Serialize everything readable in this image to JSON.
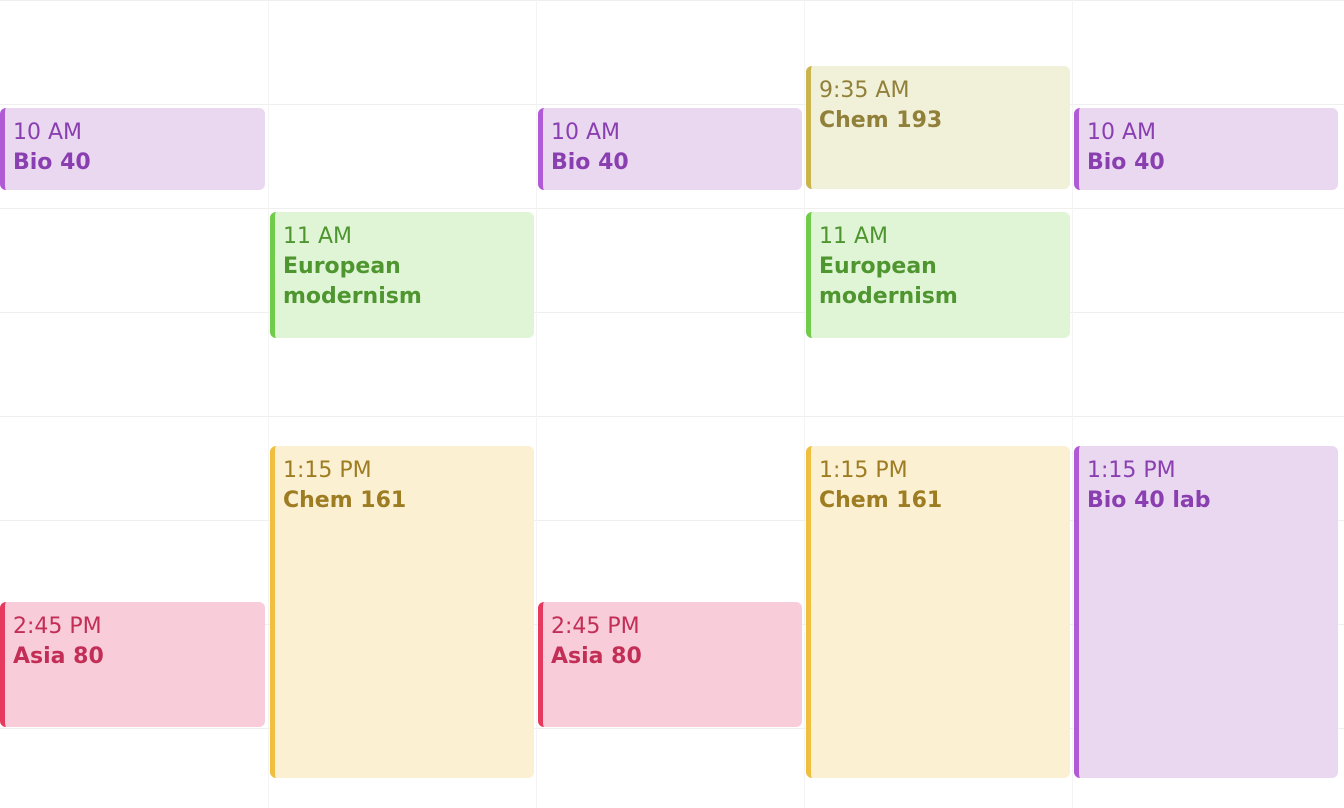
{
  "calendar": {
    "events": [
      {
        "time": "10 AM",
        "title": "Bio 40"
      },
      {
        "time": "2:45 PM",
        "title": "Asia 80"
      },
      {
        "time": "11 AM",
        "title": "European modernism"
      },
      {
        "time": "1:15 PM",
        "title": "Chem 161"
      },
      {
        "time": "10 AM",
        "title": "Bio 40"
      },
      {
        "time": "2:45 PM",
        "title": "Asia 80"
      },
      {
        "time": "9:35 AM",
        "title": "Chem 193"
      },
      {
        "time": "11 AM",
        "title": "European modernism"
      },
      {
        "time": "1:15 PM",
        "title": "Chem 161"
      },
      {
        "time": "10 AM",
        "title": "Bio 40"
      },
      {
        "time": "1:15 PM",
        "title": "Bio 40 lab"
      }
    ]
  },
  "colors": {
    "bio": "#b05ad6",
    "european_modernism": "#72cc4b",
    "chem_161": "#f1bf40",
    "chem_193": "#c9b54b",
    "asia": "#e5395e"
  }
}
